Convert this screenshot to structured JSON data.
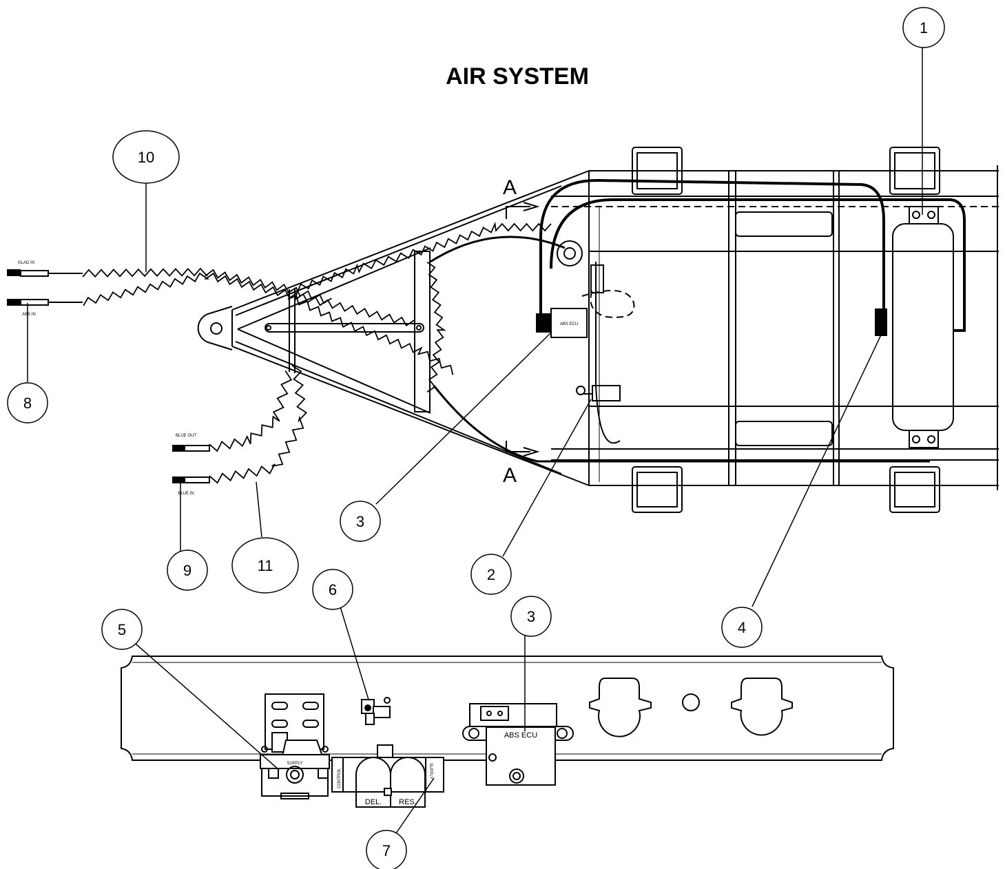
{
  "title": "AIR SYSTEM",
  "section_marks": {
    "top": "A",
    "bottom": "A"
  },
  "callouts": [
    "1",
    "10",
    "8",
    "3",
    "2",
    "4",
    "9",
    "11",
    "6",
    "5",
    "3",
    "7"
  ],
  "component_labels": {
    "abs_box": "ABS ECU",
    "abs_ecu": "ABS ECU",
    "supply": "SUPPLY",
    "control": "CONTROL",
    "del": "DEL.",
    "res": "RES.",
    "supply_relay": "SUPPLY"
  },
  "hose_tags": {
    "glad_in": "GLAD IN",
    "abs_in": "ABS IN",
    "blue_out": "BLUE OUT",
    "blue_in": "BLUE IN"
  }
}
